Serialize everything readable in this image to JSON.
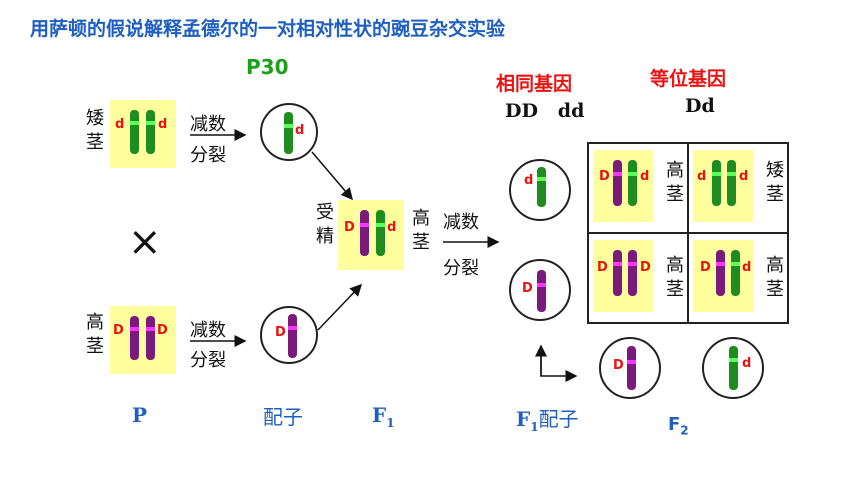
{
  "title": "用萨顿的假说解释孟德尔的一对相对性状的豌豆杂交实验",
  "page_ref": "P30",
  "headings": {
    "same_genes": "相同基因",
    "same_genes_examples": "DD   dd",
    "alleles": "等位基因",
    "alleles_example": "Dd"
  },
  "parents": {
    "dwarf": {
      "trait": "矮茎",
      "allele": "d"
    },
    "tall": {
      "trait": "高茎",
      "allele": "D"
    },
    "cross_symbol": "×"
  },
  "meiosis": {
    "line1": "减数",
    "line2": "分裂"
  },
  "fertilization": "受精",
  "f1": {
    "trait": "高茎",
    "allele_left": "D",
    "allele_right": "d"
  },
  "gametes": {
    "parent_d": "d",
    "parent_D": "D",
    "f1_top": "d",
    "f1_bottom": "D",
    "f2_bottom_left": "D",
    "f2_bottom_right": "d"
  },
  "f2_grid": [
    {
      "left": "D",
      "right": "d",
      "trait": "高茎"
    },
    {
      "left": "d",
      "right": "d",
      "trait": "矮茎"
    },
    {
      "left": "D",
      "right": "D",
      "trait": "高茎"
    },
    {
      "left": "D",
      "right": "d",
      "trait": "高茎"
    }
  ],
  "bottom_labels": {
    "p": "P",
    "gametes": "配子",
    "f1": "F",
    "f1_sub": "1",
    "f1_gametes": "配子",
    "f1_gametes_prefix": "F",
    "f1_gametes_sub": "1",
    "f2": "F",
    "f2_sub": "2"
  },
  "colors": {
    "title_blue": "#1f5fbf",
    "accent_red": "#e81414",
    "page_ref_green": "#1aa11a",
    "cell_yellow": "#ffff9e",
    "chrom_green": "#1e8c1e",
    "chrom_purple": "#7a1a7a",
    "band_green": "#5cff5c",
    "band_magenta": "#ff33ff"
  }
}
